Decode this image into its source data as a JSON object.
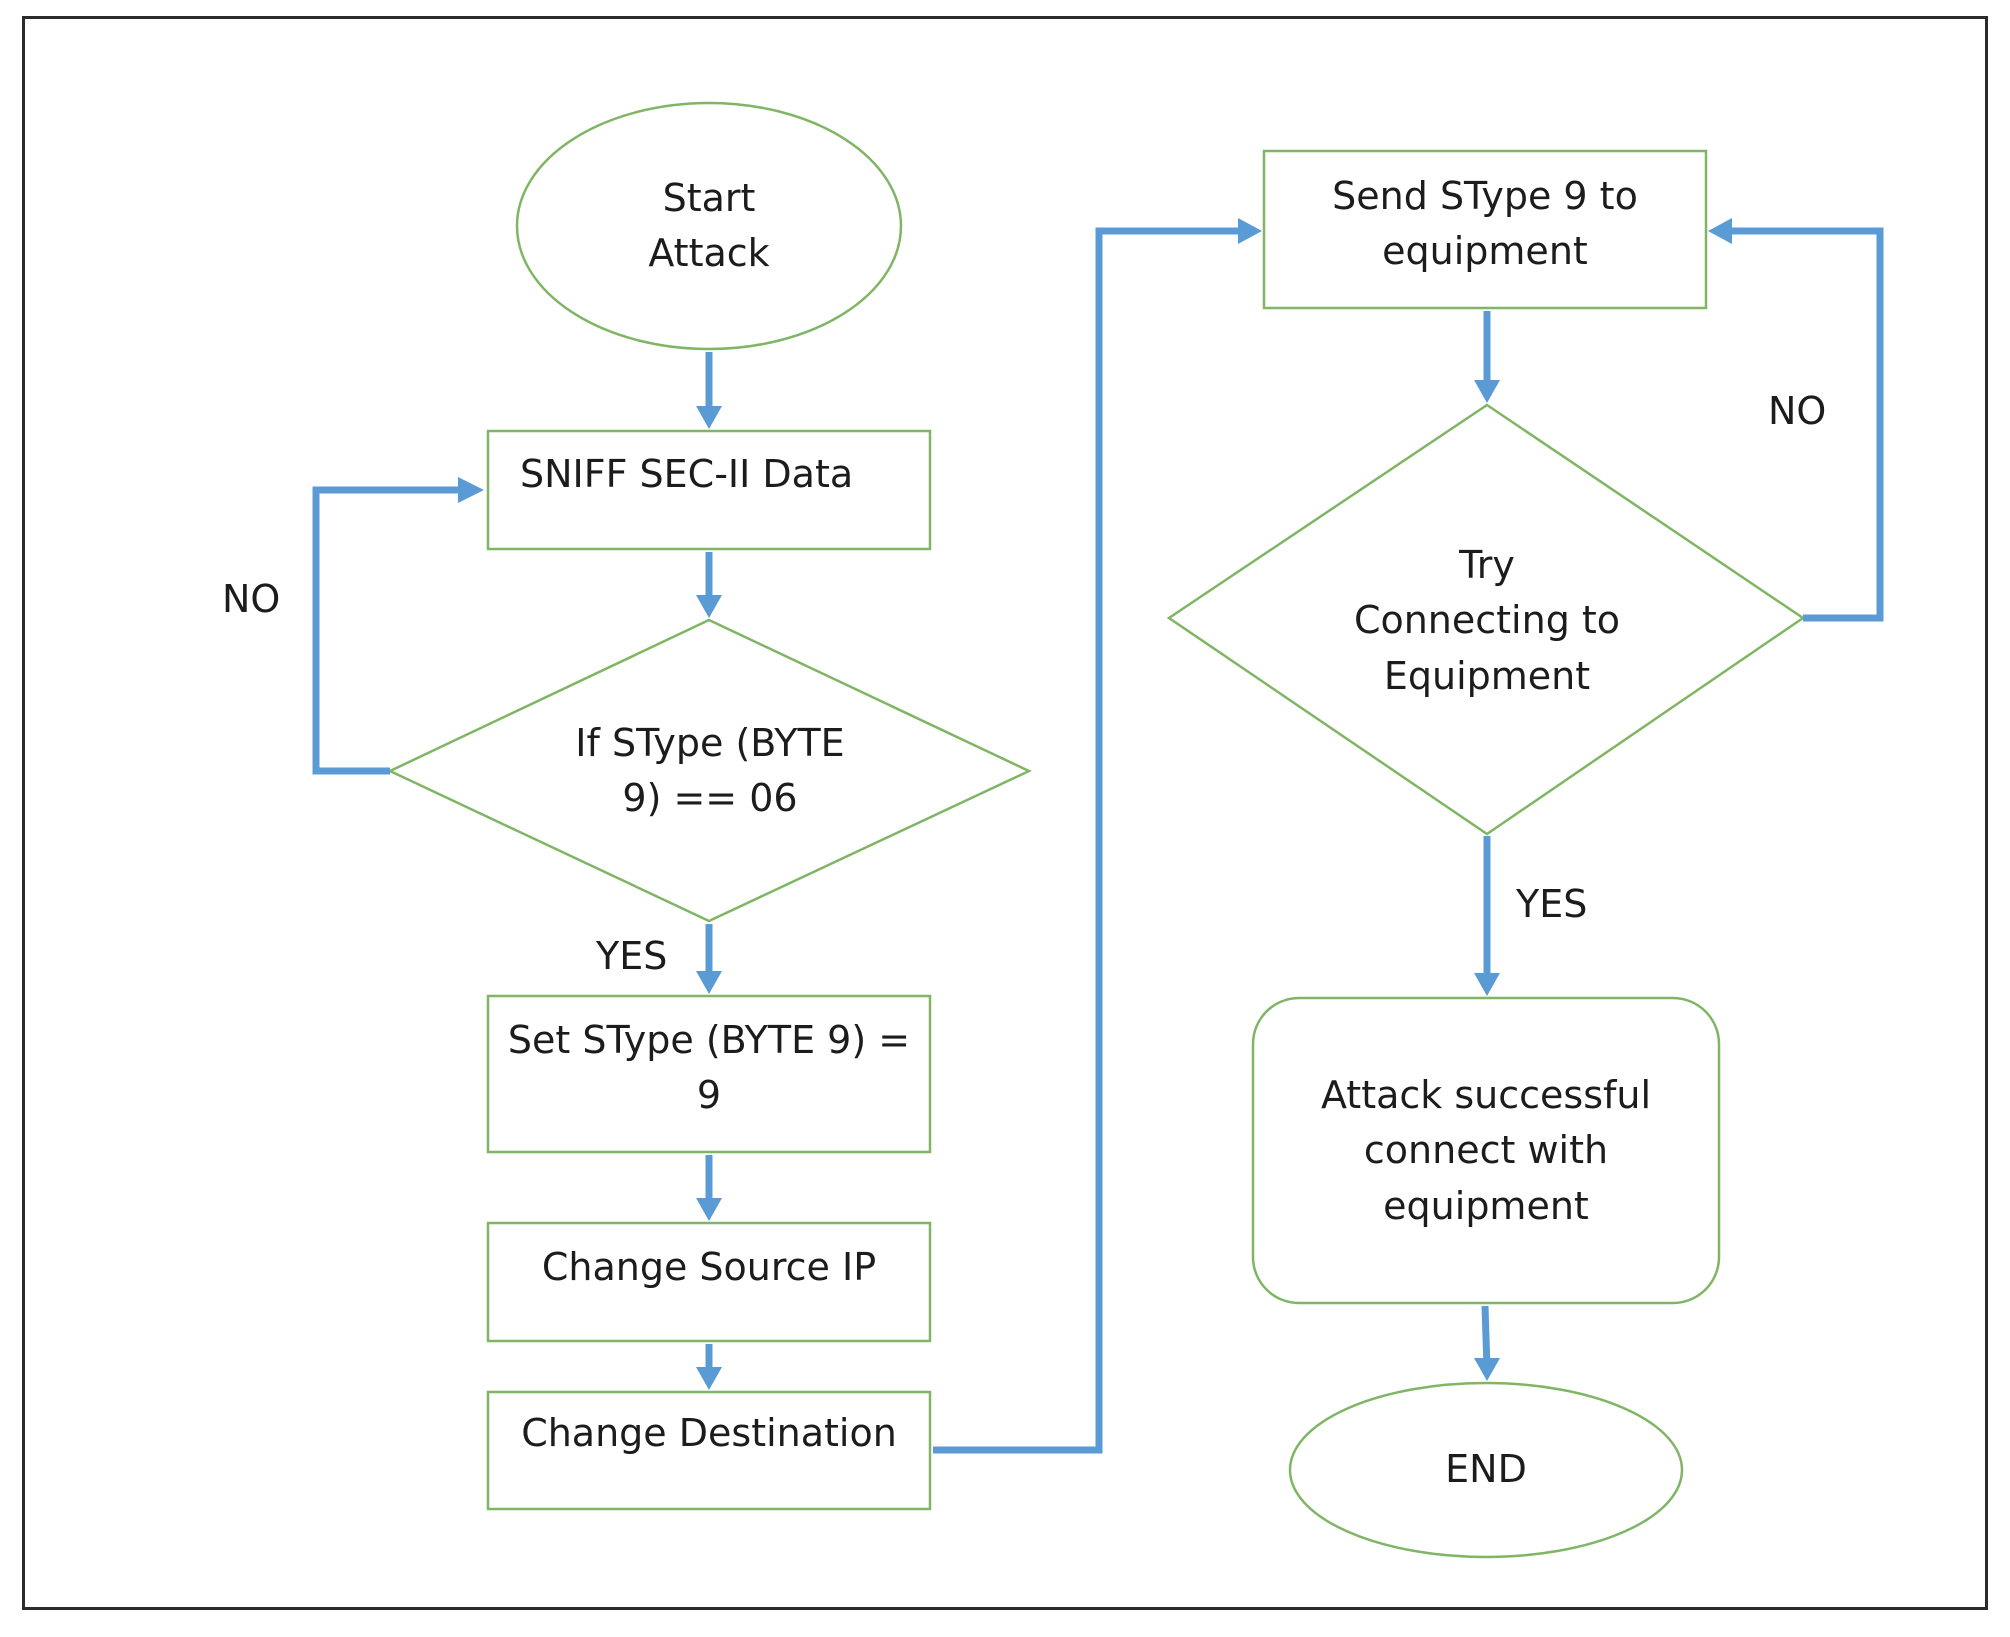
{
  "colors": {
    "shape_stroke": "#7fb565",
    "arrow": "#5b9bd5",
    "border": "#2b2b2b",
    "text": "#1c1c1c"
  },
  "nodes": {
    "start": "Start\nAttack",
    "sniff": "SNIFF SEC-II Data",
    "decision_stype": "If SType (BYTE\n9) == 06",
    "set_stype": "Set SType (BYTE 9) =\n9",
    "change_source": "Change Source IP",
    "change_destination": "Change Destination",
    "send_stype": "Send SType 9 to\nequipment",
    "decision_connect": "Try\nConnecting to\nEquipment",
    "attack_successful": "Attack successful\nconnect with\nequipment",
    "end": "END"
  },
  "branches": {
    "decision_stype_no": "NO",
    "decision_stype_yes": "YES",
    "decision_connect_no": "NO",
    "decision_connect_yes": "YES"
  }
}
